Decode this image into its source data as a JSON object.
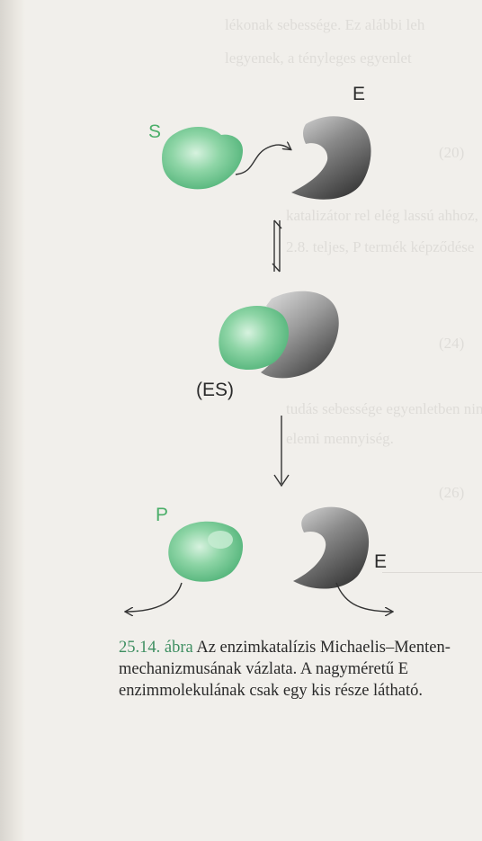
{
  "figure": {
    "labels": {
      "substrate": "S",
      "enzyme_top": "E",
      "complex": "(ES)",
      "product": "P",
      "enzyme_bottom": "E"
    },
    "colors": {
      "substrate_green": "#5fc088",
      "enzyme_gray": "#6f6f6f",
      "label_green": "#4caf6a",
      "caption_number": "#3f8f62"
    }
  },
  "caption": {
    "number": "25.14. ábra",
    "text": "Az enzimkatalízis Michaelis–Menten-mechanizmusának vázlata. A nagyméretű E enzimmolekulának csak egy kis része látható."
  },
  "bleed_through": [
    "lékonak sebessége. Ez alábbi leh",
    "legyenek, a tényleges egyenlet",
    "(20)",
    "katalizátor rel elég lassú ahhoz, hogy",
    "2.8. teljes, P termék képződése",
    "(24)",
    "tudás sebessége egyenletben nincs",
    "elemi mennyiség.",
    "(26)"
  ]
}
